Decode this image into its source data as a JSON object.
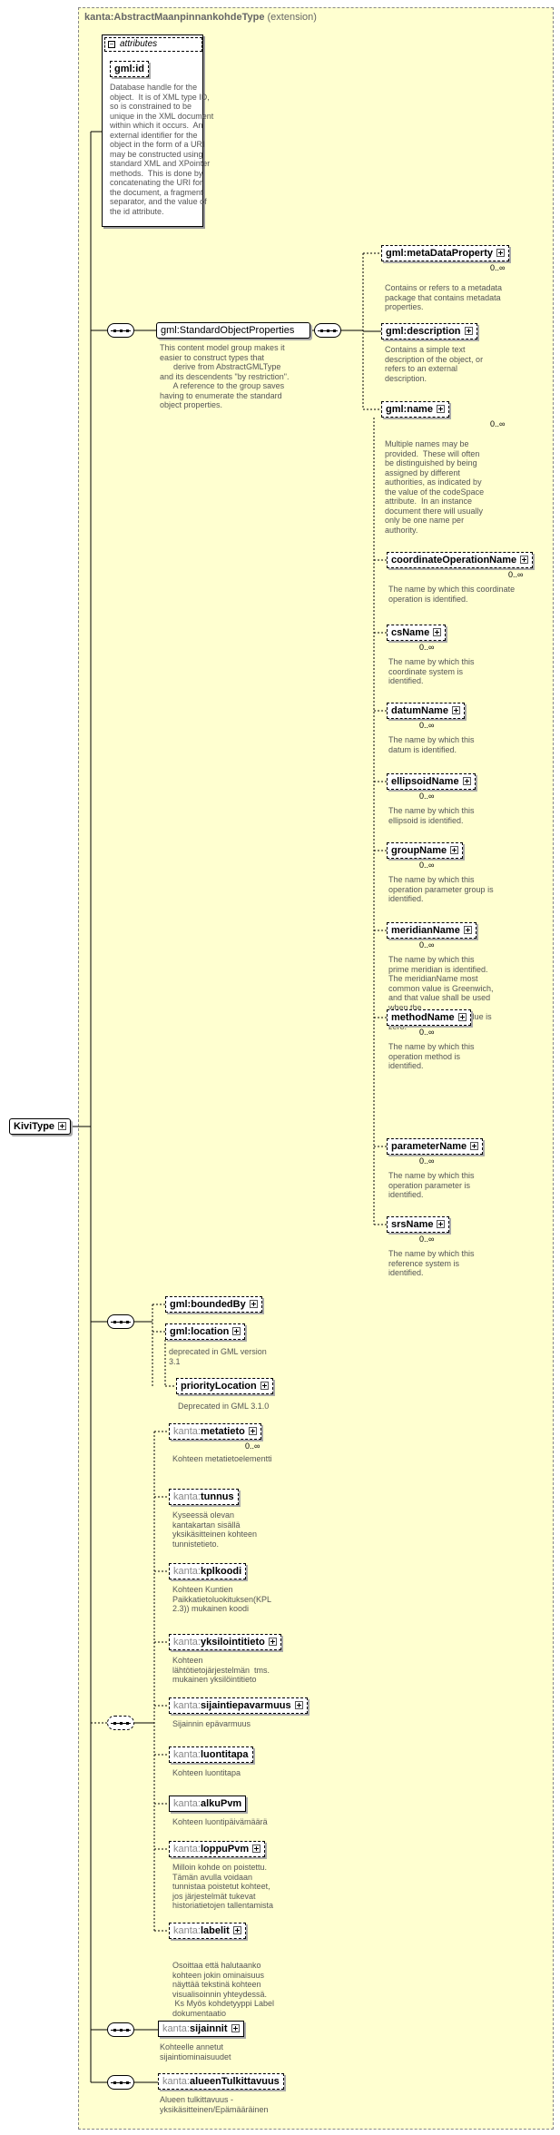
{
  "root": {
    "label": "KiviType"
  },
  "extension": {
    "type_name": "kanta:AbstractMaanpinnankohdeType",
    "suffix": "(extension)"
  },
  "attributes": {
    "title": "attributes",
    "gml_id": "gml:id",
    "gml_id_desc": "Database handle for the\nobject.  It is of XML type ID,\nso is constrained to be\nunique in the XML document\nwithin which it occurs.  An\nexternal identifier for the\nobject in the form of a URI\nmay be constructed using\nstandard XML and XPointer\nmethods.  This is done by\nconcatenating the URI for\nthe document, a fragment\nseparator, and the value of\nthe id attribute."
  },
  "standard_group": {
    "label": "gml:StandardObjectProperties",
    "desc": "This content model group makes it\neasier to construct types that\n      derive from AbstractGMLType\nand its descendents \"by restriction\".\n      A reference to the group saves\nhaving to enumerate the standard\nobject properties.",
    "elements": [
      {
        "label": "gml:metaDataProperty",
        "card": "0..∞",
        "desc": "Contains or refers to a metadata\npackage that contains metadata\nproperties."
      },
      {
        "label": "gml:description",
        "card": "",
        "desc": "Contains a simple text\ndescription of the object, or\nrefers to an external\ndescription."
      },
      {
        "label": "gml:name",
        "card": "0..∞",
        "desc": "Multiple names may be\nprovided.  These will often\nbe distinguished by being\nassigned by different\nauthorities, as indicated by\nthe value of the codeSpace\nattribute.  In an instance\ndocument there will usually\nonly be one name per\nauthority."
      }
    ]
  },
  "name_substitutes": [
    {
      "label": "coordinateOperationName",
      "card": "0..∞",
      "desc": "The name by which this coordinate\noperation is identified."
    },
    {
      "label": "csName",
      "card": "0..∞",
      "desc": "The name by which this\ncoordinate system is\nidentified."
    },
    {
      "label": "datumName",
      "card": "0..∞",
      "desc": "The name by which this\ndatum is identified."
    },
    {
      "label": "ellipsoidName",
      "card": "0..∞",
      "desc": "The name by which this\nellipsoid is identified."
    },
    {
      "label": "groupName",
      "card": "0..∞",
      "desc": "The name by which this\noperation parameter group is\nidentified."
    },
    {
      "label": "meridianName",
      "card": "0..∞",
      "desc": "The name by which this\nprime meridian is identified.\nThe meridianName most\ncommon value is Greenwich,\nand that value shall be used\nwhen the\ngreenwichLongitude value is\nzero."
    },
    {
      "label": "methodName",
      "card": "0..∞",
      "desc": "The name by which this\noperation method is\nidentified."
    },
    {
      "label": "parameterName",
      "card": "0..∞",
      "desc": "The name by which this\noperation parameter is\nidentified."
    },
    {
      "label": "srsName",
      "card": "0..∞",
      "desc": "The name by which this\nreference system is\nidentified."
    }
  ],
  "bounded_group": {
    "bounded_by": "gml:boundedBy",
    "location": "gml:location",
    "location_desc": "deprecated in GML version\n3.1",
    "priority_location": "priorityLocation",
    "priority_desc": "Deprecated in GML 3.1.0"
  },
  "kanta_group": {
    "prefix": "kanta:",
    "elements": [
      {
        "name": "metatieto",
        "card": "0..∞",
        "desc": "Kohteen metatietoelementti"
      },
      {
        "name": "tunnus",
        "card": "",
        "desc": "Kyseessä olevan\nkantakartan sisällä\nyksikäsitteinen kohteen\ntunnistetieto."
      },
      {
        "name": "kplkoodi",
        "card": "",
        "desc": "Kohteen Kuntien\nPaikkatietoluokituksen(KPL\n2.3)) mukainen koodi"
      },
      {
        "name": "yksilointitieto",
        "card": "",
        "desc": "Kohteen\nlähtötietojärjestelmän  tms.\nmukainen yksilöintitieto"
      },
      {
        "name": "sijaintiepavarmuus",
        "card": "",
        "desc": "Sijainnin epävarmuus"
      },
      {
        "name": "luontitapa",
        "card": "",
        "desc": "Kohteen luontitapa"
      },
      {
        "name": "alkuPvm",
        "card": "",
        "desc": "Kohteen luontipäivämäärä"
      },
      {
        "name": "loppuPvm",
        "card": "",
        "desc": "Milloin kohde on poistettu.\nTämän avulla voidaan\ntunnistaa poistetut kohteet,\njos järjestelmät tukevat\nhistoriatietojen tallentamista"
      },
      {
        "name": "labelit",
        "card": "",
        "desc": "Osoittaa että halutaanko\nkohteen jokin ominaisuus\nnäyttää tekstinä kohteen\nvisualisoinnin yhteydessä.\n Ks Myös kohdetyyppi Label\ndokumentaatio"
      }
    ]
  },
  "sijainnit": {
    "prefix": "kanta:",
    "name": "sijainnit",
    "desc": "Kohteelle annetut\nsijaintiominaisuudet"
  },
  "alueen": {
    "prefix": "kanta:",
    "name": "alueenTulkittavuus",
    "desc": "Alueen tulkittavuus -\nyksikäsitteinen/Epämääräinen"
  }
}
